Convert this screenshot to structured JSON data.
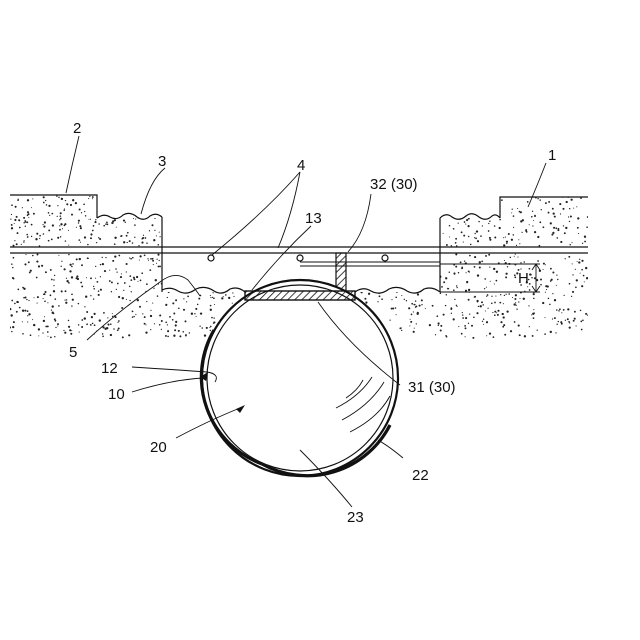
{
  "labels": {
    "l1": "1",
    "l2": "2",
    "l3": "3",
    "l4": "4",
    "l5": "5",
    "l10": "10",
    "l12": "12",
    "l13": "13",
    "l20": "20",
    "l22": "22",
    "l23": "23",
    "l31": "31 (30)",
    "l32": "32 (30)",
    "lH": "H"
  },
  "colors": {
    "ink": "#111111",
    "background": "#ffffff"
  }
}
